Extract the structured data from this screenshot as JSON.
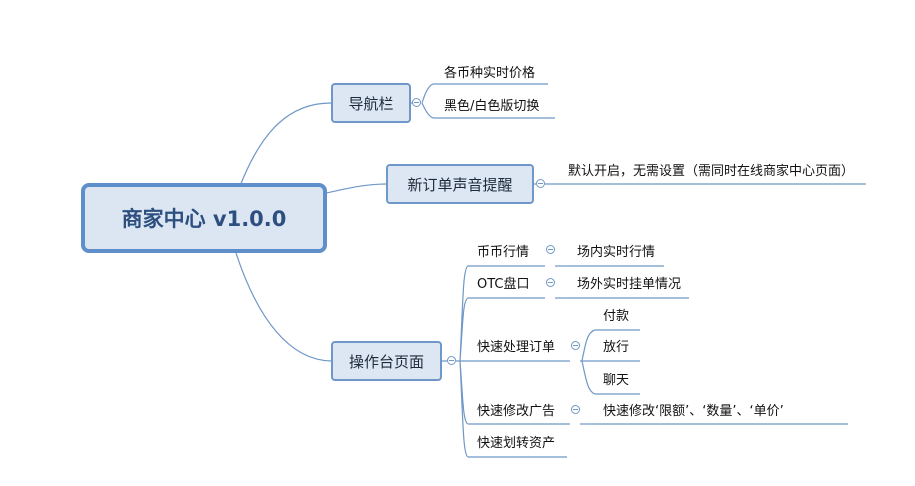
{
  "root": {
    "label": "商家中心 v1.0.0"
  },
  "branches": {
    "nav": {
      "label": "导航栏",
      "children": [
        "各币种实时价格",
        "黑色/白色版切换"
      ]
    },
    "sound": {
      "label": "新订单声音提醒",
      "detail": "默认开启，无需设置（需同时在线商家中心页面）"
    },
    "console": {
      "label": "操作台页面",
      "children": [
        {
          "label": "币币行情",
          "detail": "场内实时行情"
        },
        {
          "label": "OTC盘口",
          "detail": "场外实时挂单情况"
        },
        {
          "label": "快速处理订单",
          "children": [
            "付款",
            "放行",
            "聊天"
          ]
        },
        {
          "label": "快速修改广告",
          "detail": "快速修改‘限额’、‘数量’、‘单价’"
        },
        {
          "label": "快速划转资产"
        }
      ]
    }
  },
  "colors": {
    "line": "#6f97c7",
    "node_fill": "#dde7f4",
    "root_border": "#5e8fcb",
    "root_text": "#2d4f7f"
  }
}
